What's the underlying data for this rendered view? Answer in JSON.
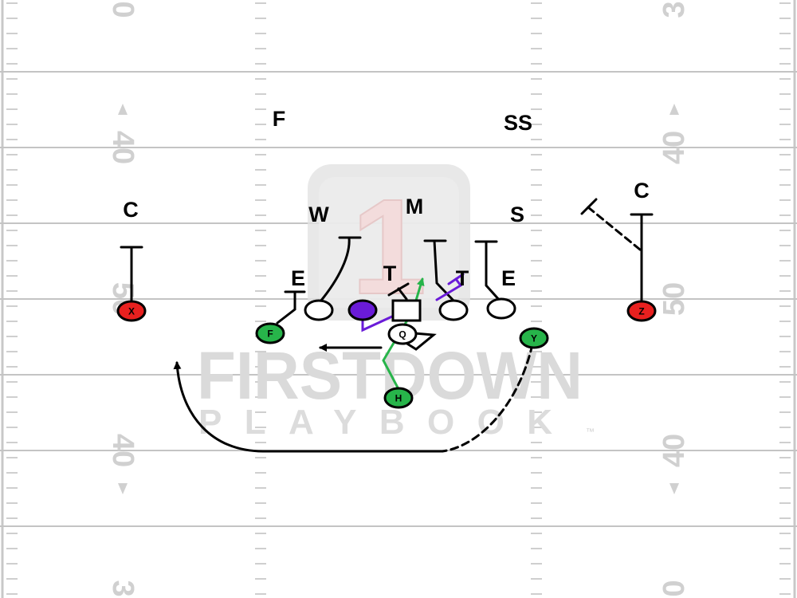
{
  "field": {
    "yard_numbers_left": [
      "0",
      "40",
      "50",
      "40",
      "3"
    ],
    "yard_numbers_right": [
      "3",
      "40",
      "50",
      "40",
      "0"
    ]
  },
  "watermark": {
    "logo_mark": "1",
    "brand": "FIRSTDOWN",
    "tagline": "PLAYBOOK",
    "trademark": "™"
  },
  "defense": {
    "free_safety": "F",
    "strong_safety": "SS",
    "corner_left": "C",
    "corner_right": "C",
    "will": "W",
    "mike": "M",
    "sam": "S",
    "end_left": "E",
    "tackle_left": "T",
    "tackle_right": "T",
    "end_right": "E"
  },
  "offense": {
    "x_receiver": "X",
    "z_receiver": "Z",
    "flanker": "F",
    "tight_end": "Y",
    "quarterback": "Q",
    "halfback": "H"
  },
  "colors": {
    "receiver_red": "#e8201f",
    "back_green": "#27b44a",
    "key_purple": "#6a1bd8",
    "line_gray": "#c4c4c4",
    "number_gray": "#d0d0d0"
  }
}
